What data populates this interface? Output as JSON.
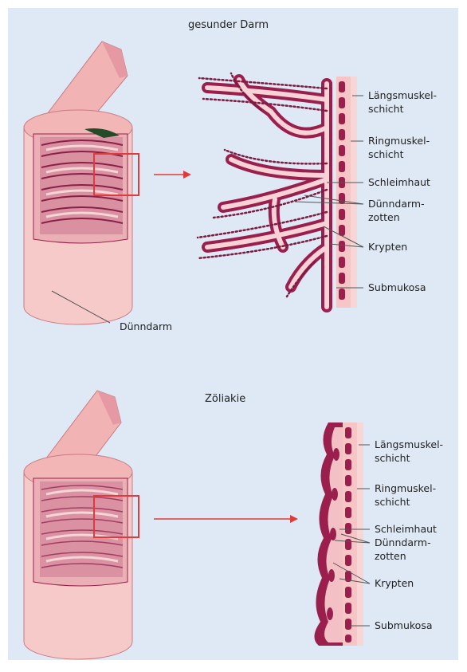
{
  "colors": {
    "background": "#dfe9f5",
    "tube": "#f6c3c3",
    "tissue": "#e9a2ac",
    "mucosa_dark": "#9a1f4c",
    "arrow": "#e03a3a",
    "leader": "#555555"
  },
  "healthy": {
    "title": "gesunder Darm",
    "tube_label": "Dünndarm",
    "labels": {
      "laengsmuskel_1": "Längsmuskel-",
      "laengsmuskel_2": "schicht",
      "ringmuskel_1": "Ringmuskel-",
      "ringmuskel_2": "schicht",
      "schleimhaut": "Schleimhaut",
      "zotten_1": "Dünndarm-",
      "zotten_2": "zotten",
      "krypten": "Krypten",
      "submukosa": "Submukosa"
    }
  },
  "celiac": {
    "title": "Zöliakie",
    "labels": {
      "laengsmuskel_1": "Längsmuskel-",
      "laengsmuskel_2": "schicht",
      "ringmuskel_1": "Ringmuskel-",
      "ringmuskel_2": "schicht",
      "schleimhaut": "Schleimhaut",
      "zotten_1": "Dünndarm-",
      "zotten_2": "zotten",
      "krypten": "Krypten",
      "submukosa": "Submukosa"
    }
  }
}
